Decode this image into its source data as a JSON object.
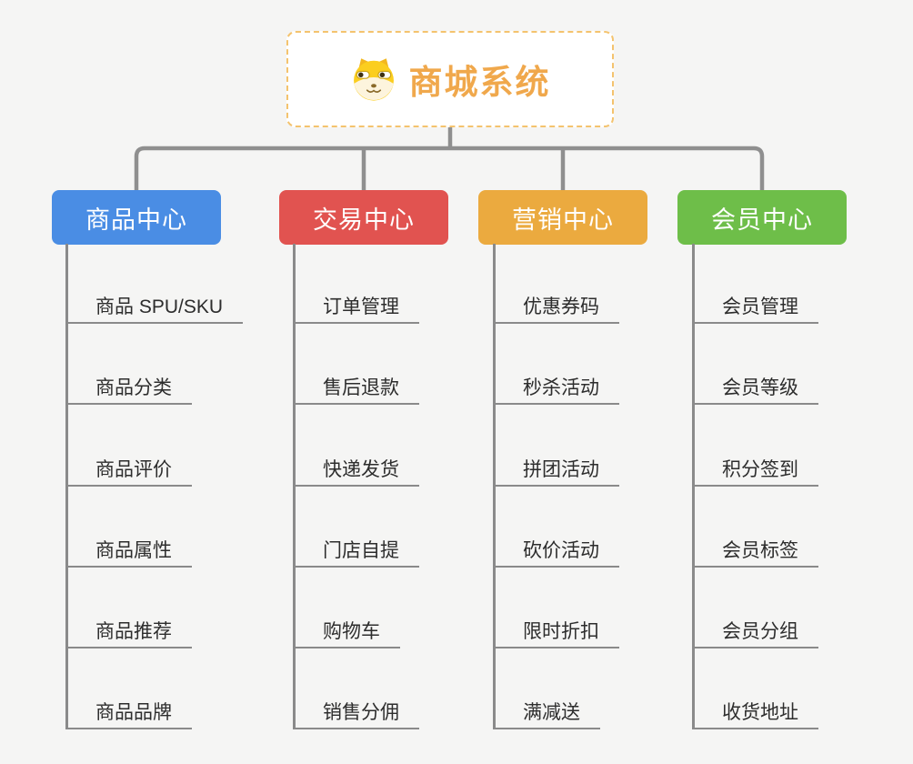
{
  "root": {
    "title": "商城系统",
    "icon": "dog-face-icon",
    "title_color": "#f0a84c",
    "border_color": "#f4c36e"
  },
  "line_color": "#8f8f8f",
  "branches": [
    {
      "label": "商品中心",
      "color": "#4a8de4",
      "items": [
        "商品 SPU/SKU",
        "商品分类",
        "商品评价",
        "商品属性",
        "商品推荐",
        "商品品牌"
      ]
    },
    {
      "label": "交易中心",
      "color": "#e15350",
      "items": [
        "订单管理",
        "售后退款",
        "快递发货",
        "门店自提",
        "购物车",
        "销售分佣"
      ]
    },
    {
      "label": "营销中心",
      "color": "#ebaa3f",
      "items": [
        "优惠券码",
        "秒杀活动",
        "拼团活动",
        "砍价活动",
        "限时折扣",
        "满减送"
      ]
    },
    {
      "label": "会员中心",
      "color": "#6ebe49",
      "items": [
        "会员管理",
        "会员等级",
        "积分签到",
        "会员标签",
        "会员分组",
        "收货地址"
      ]
    }
  ]
}
